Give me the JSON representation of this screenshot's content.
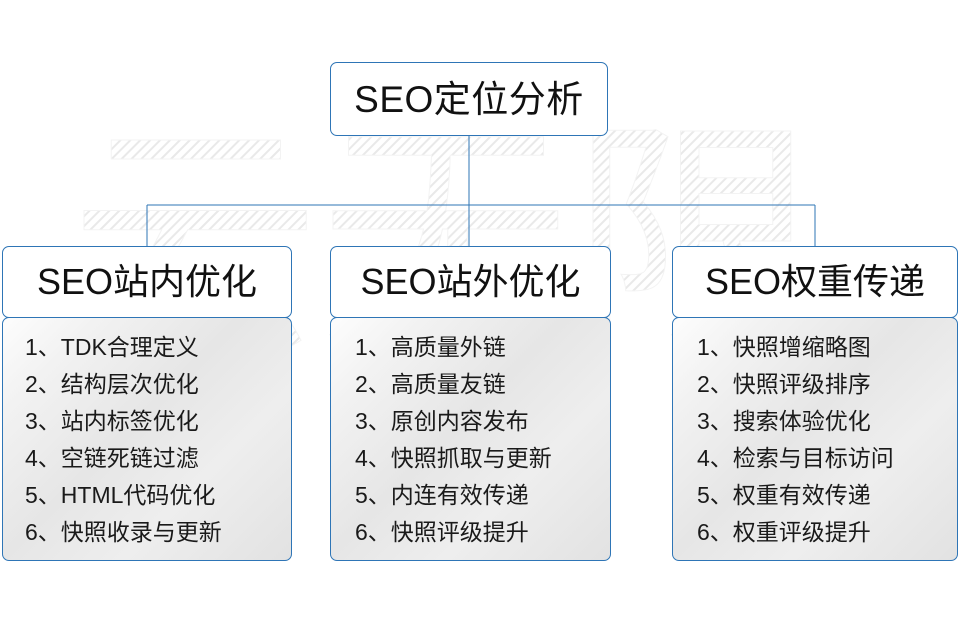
{
  "diagram": {
    "root": {
      "label": "SEO定位分析"
    },
    "accent_color": "#2E75B6",
    "background_color": "#FFFFFF",
    "watermark_text": "云无限",
    "columns": [
      {
        "header": "SEO站内优化",
        "items": [
          "1、TDK合理定义",
          "2、结构层次优化",
          "3、站内标签优化",
          "4、空链死链过滤",
          "5、HTML代码优化",
          "6、快照收录与更新"
        ]
      },
      {
        "header": "SEO站外优化",
        "items": [
          "1、高质量外链",
          "2、高质量友链",
          "3、原创内容发布",
          "4、快照抓取与更新",
          "5、内连有效传递",
          "6、快照评级提升"
        ]
      },
      {
        "header": "SEO权重传递",
        "items": [
          "1、快照增缩略图",
          "2、快照评级排序",
          "3、搜索体验优化",
          "4、检索与目标访问",
          "5、权重有效传递",
          "6、权重评级提升"
        ]
      }
    ]
  }
}
